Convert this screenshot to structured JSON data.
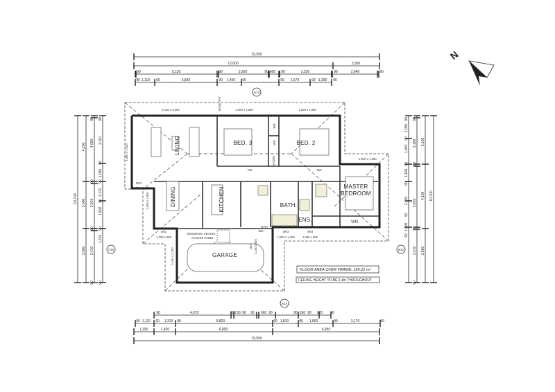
{
  "plan": {
    "north_label": "N",
    "rooms": {
      "living": "LIVING",
      "dining": "DINING",
      "kitchen": "KITCHEN",
      "bed3": "BED. 3",
      "bed2": "BED. 2",
      "master_1": "MASTER",
      "master_2": "BEDROOM",
      "bath": "BATH.",
      "ens": "ENS.",
      "garage": "GARAGE",
      "wr_master": "WR.",
      "wr_bed2": "WR",
      "wr_bed3": "WR",
      "store": "STORE"
    },
    "windows": {
      "w_living_top": "2,150 x 2,400",
      "w_bed3_top": "1,000 x 1,600",
      "w_bed2_top": "1,200 x 1,600",
      "w_master_top": "1,000 x 1,800",
      "w_living_side": "1,350 x 2,400",
      "w_dining_side": "1,000 x 1,800",
      "d03": "D03",
      "d03_size": "2,150 x 2,105",
      "w02": "W02",
      "w02_size": "1,200 x 600",
      "w03": "W03",
      "w04": "W04",
      "w03_size": "1,000 x 1,200",
      "w04_size": "1,000 x 600",
      "d04": "D04",
      "d04_size": "2,150 x 820",
      "garage_door": "2,150 x 2,400",
      "door_810": "810",
      "door_720": "720",
      "door_820": "820"
    },
    "notes": {
      "access_panel_1": "600x600mm CEILING",
      "access_panel_2": "ACCESS PANEL",
      "hose_tap": "HOSE TAP",
      "data": "DATA",
      "floor_area": "FLOOR AREA OVER FRAME:   120.21 m²",
      "ceiling_height": "CEILING HEIGHT TO BE 2.4m THROUGHOUT"
    },
    "section_markers": [
      "5/10",
      "6/10",
      "7/10",
      "8/10"
    ]
  },
  "dimensions": {
    "top": [
      [
        "15,550"
      ],
      [
        "12,600",
        "2,950"
      ],
      [
        "90",
        "5,120",
        "90",
        "3,250",
        "90",
        "600",
        "90",
        "3,230",
        "90",
        "2,640",
        "90"
      ],
      [
        "90",
        "1,110",
        "90",
        "3,820",
        "90",
        "1,460",
        "90",
        "90",
        "1,670",
        "90",
        "1,260",
        "90"
      ]
    ],
    "bottom": [
      [
        "90",
        "4,670",
        "600",
        "90",
        "90",
        "90",
        "660",
        "90",
        "90",
        "650",
        "90",
        "920",
        "90"
      ],
      [
        "90",
        "1,110",
        "90",
        "1,310",
        "90",
        "5,820",
        "90",
        "1,810",
        "90",
        "1,660",
        "90",
        "3,170",
        "90"
      ],
      [
        "1,200",
        "1,400",
        "6,000",
        "6,950"
      ],
      [
        "15,550"
      ]
    ],
    "left": [
      [
        "10,700"
      ],
      [
        "4,200",
        "3,000",
        "3,500"
      ],
      [
        "90",
        "4,050",
        "90",
        "2,910",
        "90",
        "3,410",
        "90"
      ],
      [
        "90",
        "3,110",
        "90",
        "1,050",
        "90",
        "1,170",
        "90",
        "1,500",
        "90",
        "1,210",
        "90"
      ]
    ],
    "right": [
      [
        "10,700"
      ],
      [
        "3,100",
        "4,100",
        "3,500"
      ],
      [
        "90",
        "3,180",
        "90",
        "3,920",
        "90",
        "3,410",
        "90"
      ],
      [
        "90",
        "1,050",
        "90",
        "1,040",
        "90",
        "1,100",
        "90",
        "2,730",
        "90",
        "1,500",
        "90"
      ]
    ]
  }
}
